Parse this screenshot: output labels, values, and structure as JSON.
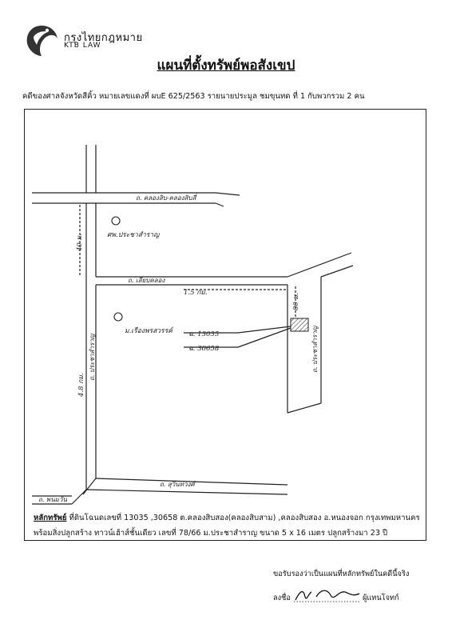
{
  "header": {
    "logo_th": "กรุงไทยกฎหมาย",
    "logo_en": "KTB LAW"
  },
  "title": "แผนที่ตั้งทรัพย์พอสังเขป",
  "case_line": "คดีของศาลจังหวัดสีคิ้ว หมายเลขแดงที่ ผบE 625/2563 รายนายประมูล ชมขุนทด ที่ 1 กับพวกรวม 2 คน",
  "map": {
    "road_top": "ถ. คลองสิบ-คลองสิบสี่",
    "landmark_left_top": "ศพ.ประชาสำราญ",
    "road_mid": "ถ. เลียบคลอง",
    "distance": "1.5 กม.",
    "village_left": "ม.เรืองพรสวรรค์",
    "deed_1": "ฉ. 13035",
    "deed_2": "ฉ. 30658",
    "dist_left_top": "40 ม.",
    "dist_left_mid": "4.8 กม.",
    "road_left": "ถ. ประชาสำราญ",
    "dist_right": "80 ม.",
    "road_right": "ถ. ประชาสำราญ",
    "road_bottom": "ถ. สุวินทวงศ์",
    "road_bottom_left": "ถ. พนมวัน"
  },
  "note": {
    "label": "หลักทรัพย์",
    "line1": "ที่ดินโฉนดเลขที่ 13035 ,30658 ต.คลองสิบสอง(คลองสิบสาม) ,คลองสิบสอง อ.หนองจอก กรุงเทพมหานคร",
    "line2": "พร้อมสิ่งปลูกสร้าง ทาวน์เฮ้าส์ชั้นเดียว เลขที่ 78/66 ม.ประชาสำราญ ขนาด 5 x 16 เมตร ปลูกสร้างมา 23 ปี"
  },
  "certify": "ขอรับรองว่าเป็นแผนที่หลักทรัพย์ในคดีนี้จริง",
  "sign_label": "ลงชื่อ",
  "signer_title": "ผู้แทนโจทก์"
}
